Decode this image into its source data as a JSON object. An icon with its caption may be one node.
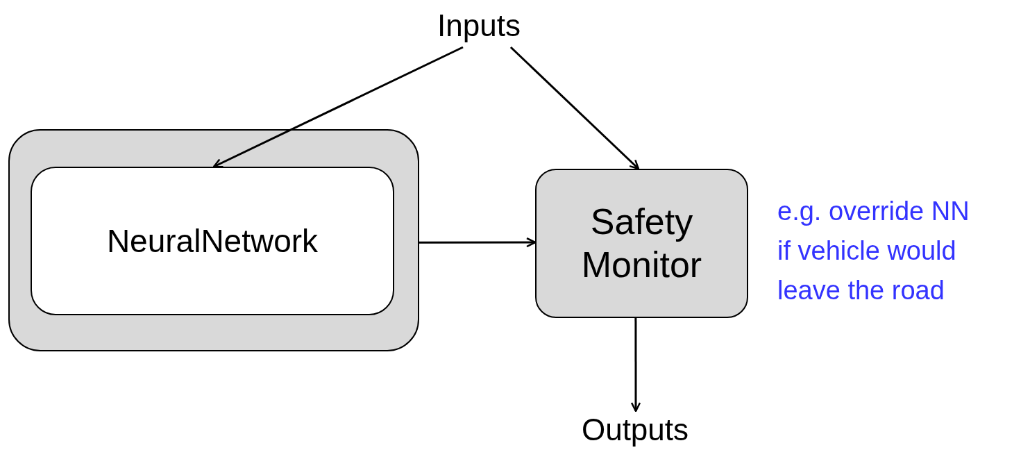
{
  "diagram": {
    "nodes": [
      {
        "text": [
          "Inputs"
        ]
      },
      {
        "text": [],
        "shape": "box"
      },
      {
        "text": [
          "NeuralNetwork"
        ],
        "in": 1
      },
      {
        "text": [
          "Safety Monitor"
        ],
        "beside": [
          "e.g. override NN if vehicle would leave the road"
        ]
      },
      {
        "text": [
          "Outputs"
        ]
      }
    ],
    "edges": [
      {
        "from": 0,
        "to": 2,
        "arrow": "to"
      },
      {
        "from": 0,
        "to": 3,
        "arrow": "to"
      },
      {
        "from": 1,
        "to": 3,
        "arrow": "to"
      },
      {
        "from": 3,
        "to": 4,
        "arrow": "to"
      }
    ]
  }
}
